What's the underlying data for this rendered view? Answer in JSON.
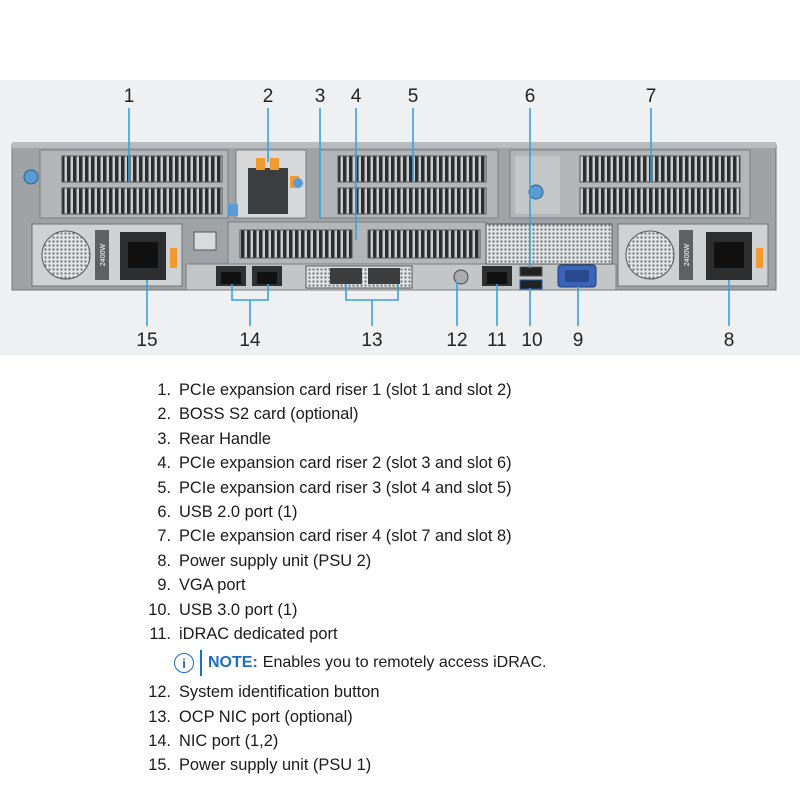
{
  "diagram": {
    "callouts": [
      "1",
      "2",
      "3",
      "4",
      "5",
      "6",
      "7",
      "8",
      "9",
      "10",
      "11",
      "12",
      "13",
      "14",
      "15"
    ],
    "psu_label": "2400W"
  },
  "legend": {
    "items": [
      {
        "num": "1.",
        "text": "PCIe expansion card riser 1 (slot 1 and slot 2)"
      },
      {
        "num": "2.",
        "text": "BOSS S2 card (optional)"
      },
      {
        "num": "3.",
        "text": "Rear Handle"
      },
      {
        "num": "4.",
        "text": "PCIe expansion card riser 2 (slot 3 and slot 6)"
      },
      {
        "num": "5.",
        "text": "PCIe expansion card riser 3 (slot 4 and slot 5)"
      },
      {
        "num": "6.",
        "text": "USB 2.0 port (1)"
      },
      {
        "num": "7.",
        "text": "PCIe expansion card riser 4 (slot 7 and slot 8)"
      },
      {
        "num": "8.",
        "text": "Power supply unit (PSU 2)"
      },
      {
        "num": "9.",
        "text": "VGA port"
      },
      {
        "num": "10.",
        "text": "USB 3.0 port (1)"
      },
      {
        "num": "11.",
        "text": "iDRAC dedicated port"
      }
    ],
    "note": {
      "label": "NOTE:",
      "text": "Enables you to remotely access iDRAC."
    },
    "items_after": [
      {
        "num": "12.",
        "text": "System identification button"
      },
      {
        "num": "13.",
        "text": "OCP NIC port (optional)"
      },
      {
        "num": "14.",
        "text": "NIC port (1,2)"
      },
      {
        "num": "15.",
        "text": "Power supply unit (PSU 1)"
      }
    ]
  },
  "colors": {
    "chassis": "#9fa3a6",
    "background_panel": "#eef0f1",
    "callout_line": "#3aa0dc",
    "accent_orange": "#f29a2e",
    "vga_blue": "#3a64b8",
    "note_blue": "#1b6ec2"
  }
}
